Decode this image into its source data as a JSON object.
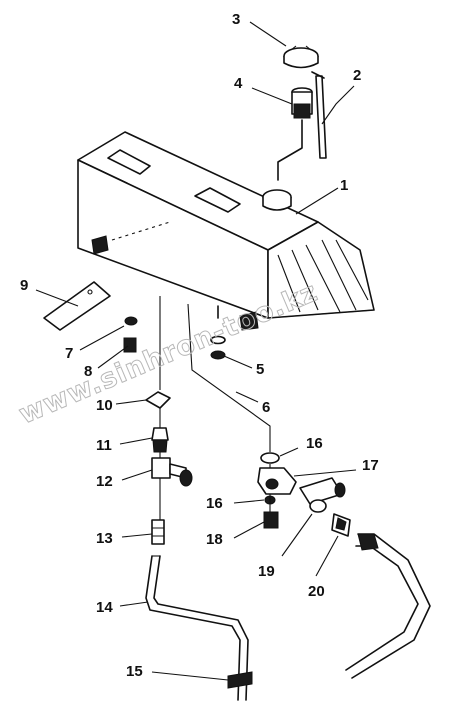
{
  "watermark": "www.sinhron-too.kz",
  "callouts": [
    {
      "id": "1",
      "label": "1"
    },
    {
      "id": "2",
      "label": "2"
    },
    {
      "id": "3",
      "label": "3"
    },
    {
      "id": "4",
      "label": "4"
    },
    {
      "id": "5",
      "label": "5"
    },
    {
      "id": "6",
      "label": "6"
    },
    {
      "id": "7",
      "label": "7"
    },
    {
      "id": "8",
      "label": "8"
    },
    {
      "id": "9",
      "label": "9"
    },
    {
      "id": "10",
      "label": "10"
    },
    {
      "id": "11",
      "label": "11"
    },
    {
      "id": "12",
      "label": "12"
    },
    {
      "id": "13",
      "label": "13"
    },
    {
      "id": "14",
      "label": "14"
    },
    {
      "id": "15",
      "label": "15"
    },
    {
      "id": "16a",
      "label": "16"
    },
    {
      "id": "16b",
      "label": "16"
    },
    {
      "id": "17",
      "label": "17"
    },
    {
      "id": "18",
      "label": "18"
    },
    {
      "id": "19",
      "label": "19"
    },
    {
      "id": "20",
      "label": "20"
    }
  ]
}
